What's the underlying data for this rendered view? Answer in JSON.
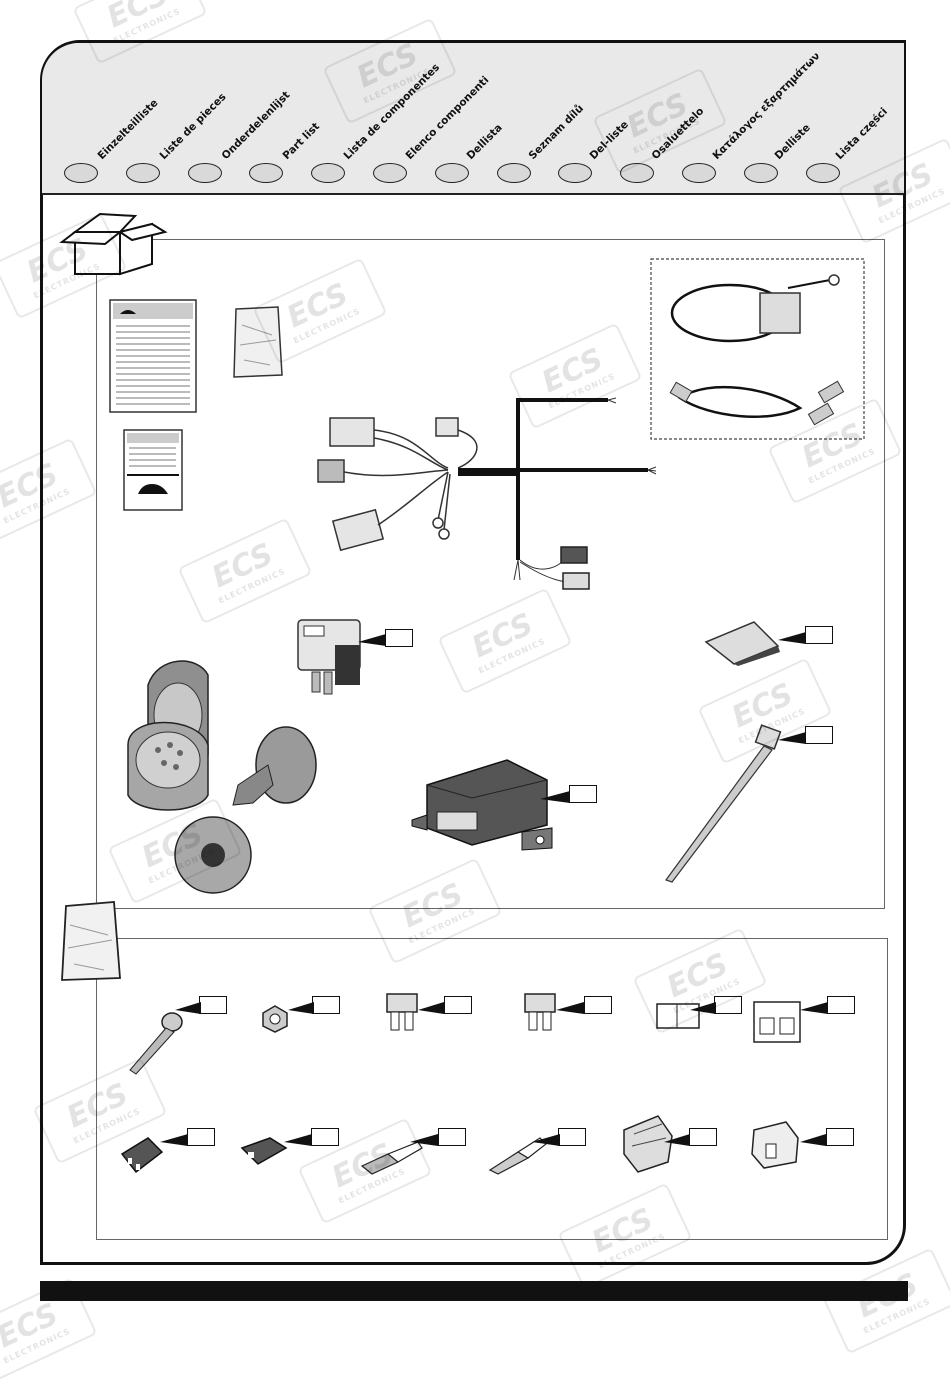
{
  "languages": [
    {
      "label": "Einzelteilliste"
    },
    {
      "label": "Liste de pieces"
    },
    {
      "label": "Onderdelenlijst"
    },
    {
      "label": "Part list"
    },
    {
      "label": "Lista de componentes"
    },
    {
      "label": "Elenco componenti"
    },
    {
      "label": "Dellista"
    },
    {
      "label": "Seznam dílů"
    },
    {
      "label": "Del-liste"
    },
    {
      "label": "Osaluettelo"
    },
    {
      "label": "Κατάλογος εξαρτημάτων"
    },
    {
      "label": "Delliste"
    },
    {
      "label": "Lista części"
    }
  ],
  "watermark": {
    "logo": "ECS",
    "sub": "ELECTRONICS"
  },
  "icons": {
    "box_section": "open-box-icon",
    "bag_section": "plastic-bag-icon"
  }
}
